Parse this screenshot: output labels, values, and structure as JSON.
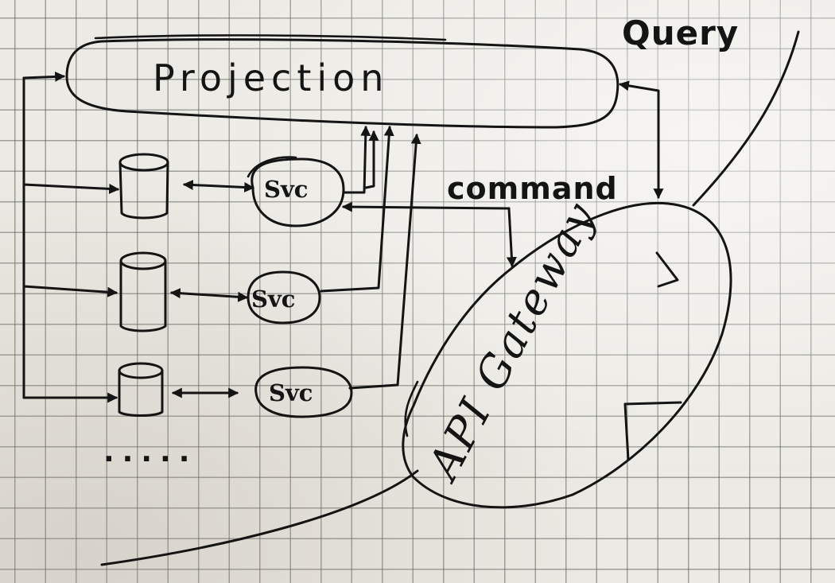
{
  "labels": {
    "query": "Query",
    "projection": "Projection",
    "command": "command",
    "svc_1": "Svc",
    "svc_2": "Svc",
    "svc_3": "Svc",
    "api_gateway": "API Gateway",
    "ellipsis": "....."
  },
  "colors": {
    "paper": "#eceae4",
    "grid": "#5f5f5a",
    "ink": "#141414"
  },
  "icons": {
    "database": "cylinder-icon",
    "arrow": "arrowhead-icon"
  }
}
